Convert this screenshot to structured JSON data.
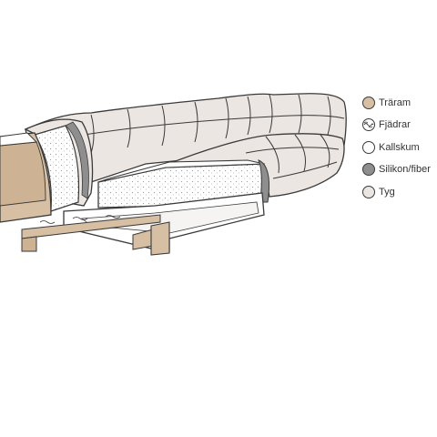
{
  "legend": {
    "items": [
      {
        "label": "Träram",
        "icon": "wood-frame-swatch-icon",
        "color": "#d6bfa3"
      },
      {
        "label": "Fjädrar",
        "icon": "spring-swatch-icon",
        "color": "#ffffff"
      },
      {
        "label": "Kallskum",
        "icon": "cold-foam-swatch-icon",
        "color": "#ffffff"
      },
      {
        "label": "Silikon/fiber",
        "icon": "silicone-fiber-swatch-icon",
        "color": "#8e8e8e"
      },
      {
        "label": "Tyg",
        "icon": "fabric-swatch-icon",
        "color": "#ebe6e2"
      }
    ]
  },
  "colors": {
    "fabric": "#ebe6e2",
    "wood": "#d6bfa3",
    "outline": "#3a3a3a",
    "silicone": "#8e8e8e"
  }
}
